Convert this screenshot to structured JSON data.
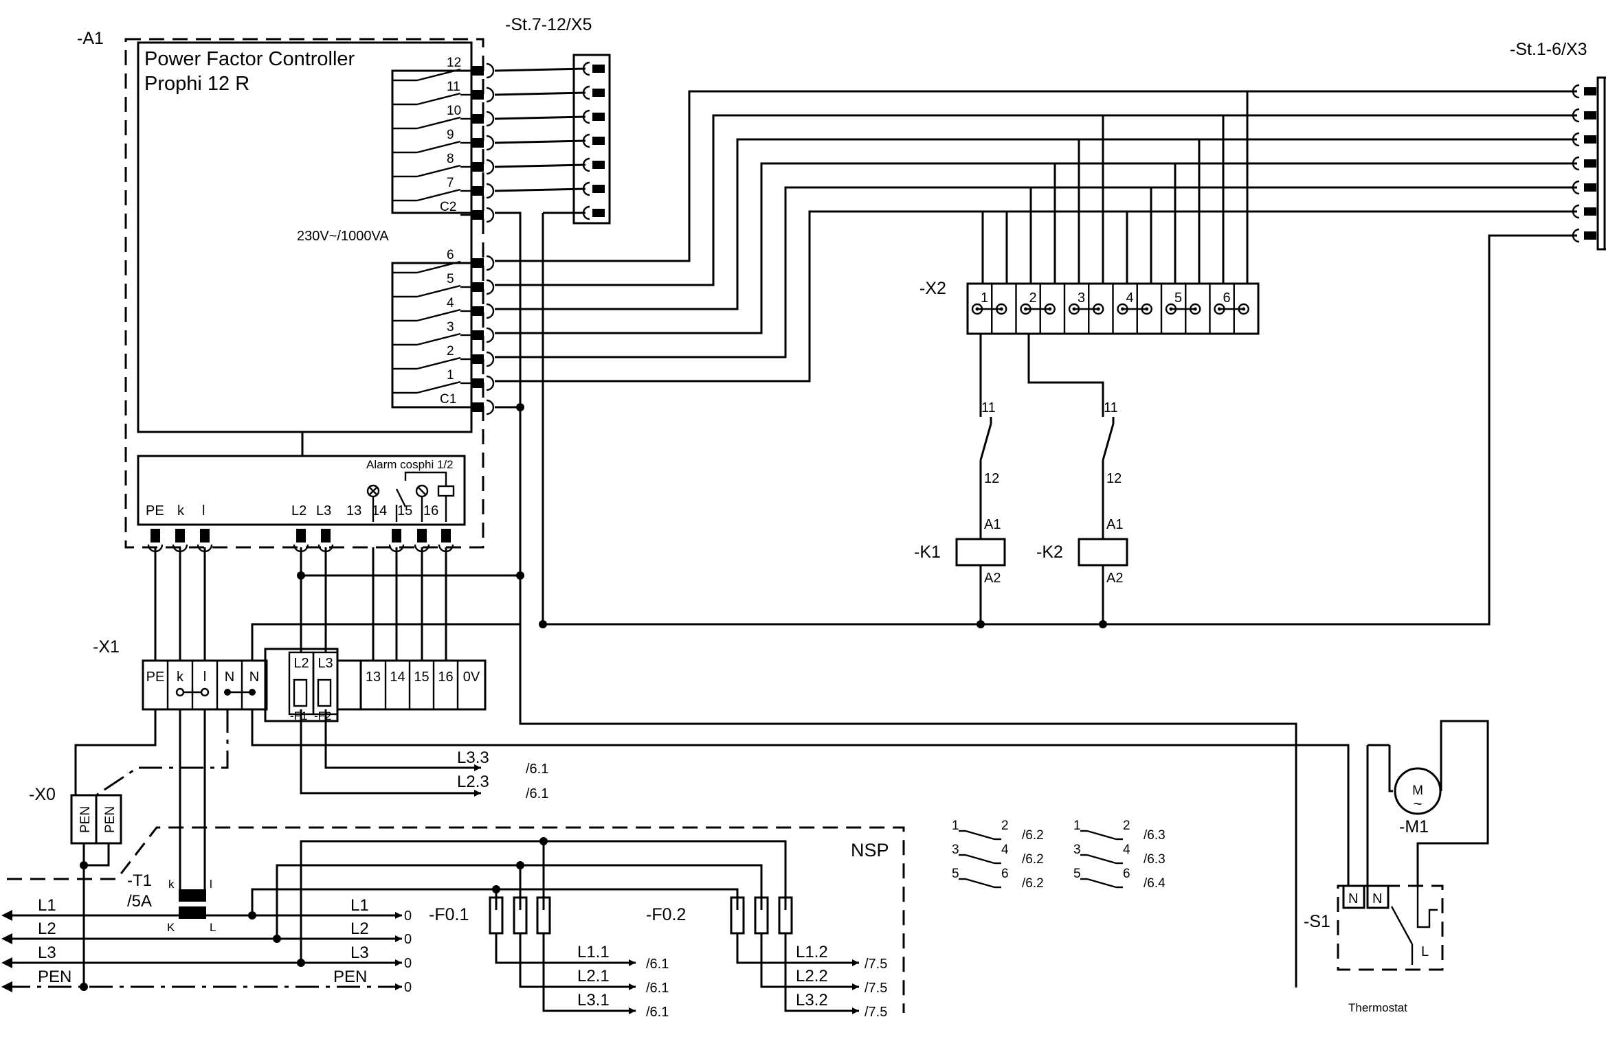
{
  "controller": {
    "ref": "-A1",
    "title": "Power Factor Controller",
    "model": "Prophi 12 R",
    "rating": "230V~/1000VA",
    "upper_contacts": [
      "12",
      "11",
      "10",
      "9",
      "8",
      "7",
      "C2"
    ],
    "lower_contacts": [
      "6",
      "5",
      "4",
      "3",
      "2",
      "1",
      "C1"
    ],
    "relay_header": "Alarm  cosphi 1/2",
    "bottom_terminals": [
      "PE",
      "k",
      "l",
      "L2",
      "L3",
      "13",
      "14",
      "15",
      "16"
    ]
  },
  "connectors": {
    "x5": "-St.7-12/X5",
    "x3": "-St.1-6/X3"
  },
  "terminal_x2": {
    "ref": "-X2",
    "numbers": [
      "1",
      "2",
      "3",
      "4",
      "5",
      "6"
    ]
  },
  "contactors": [
    {
      "ref": "-K1",
      "contact_top": "11",
      "contact_bottom": "12",
      "coil_top": "A1",
      "coil_bottom": "A2"
    },
    {
      "ref": "-K2",
      "contact_top": "11",
      "contact_bottom": "12",
      "coil_top": "A1",
      "coil_bottom": "A2"
    }
  ],
  "terminal_x1": {
    "ref": "-X1",
    "labels": [
      "PE",
      "k",
      "l",
      "N",
      "N",
      "L2",
      "L3",
      "13",
      "14",
      "15",
      "16",
      "0V"
    ],
    "fuses": [
      "-F1",
      "-F2"
    ]
  },
  "terminal_x0": {
    "ref": "-X0",
    "labels": [
      "PEN",
      "PEN"
    ]
  },
  "current_transformer": {
    "ref": "-T1",
    "rating": "/5A",
    "k_small": "k",
    "l_small": "l",
    "k_big": "K",
    "l_big": "L"
  },
  "nsp_label": "NSP",
  "busbars": {
    "left": [
      "L1",
      "L2",
      "L3",
      "PEN"
    ],
    "right": [
      "L1",
      "L2",
      "L3",
      "PEN"
    ],
    "refs": [
      "0",
      "0",
      "0",
      "0"
    ]
  },
  "fuse_groups": [
    {
      "ref": "-F0.1",
      "outputs": [
        "L1.1",
        "L2.1",
        "L3.1"
      ],
      "refs": [
        "/6.1",
        "/6.1",
        "/6.1"
      ]
    },
    {
      "ref": "-F0.2",
      "outputs": [
        "L1.2",
        "L2.2",
        "L3.2"
      ],
      "refs": [
        "/7.5",
        "/7.5",
        "/7.5"
      ]
    }
  ],
  "aux_outputs": {
    "labels": [
      "L3.3",
      "L2.3"
    ],
    "refs": [
      "/6.1",
      "/6.1"
    ]
  },
  "contact_refs": [
    {
      "contacts": [
        [
          "1",
          "2"
        ],
        [
          "3",
          "4"
        ],
        [
          "5",
          "6"
        ]
      ],
      "refs": [
        "/6.2",
        "/6.2",
        "/6.2"
      ]
    },
    {
      "contacts": [
        [
          "1",
          "2"
        ],
        [
          "3",
          "4"
        ],
        [
          "5",
          "6"
        ]
      ],
      "refs": [
        "/6.3",
        "/6.3",
        "/6.4"
      ]
    }
  ],
  "motor": {
    "ref": "-M1",
    "symbol": "M",
    "tilde": "~"
  },
  "thermostat": {
    "ref": "-S1",
    "n1": "N",
    "n2": "N",
    "l": "L",
    "caption": "Thermostat"
  }
}
